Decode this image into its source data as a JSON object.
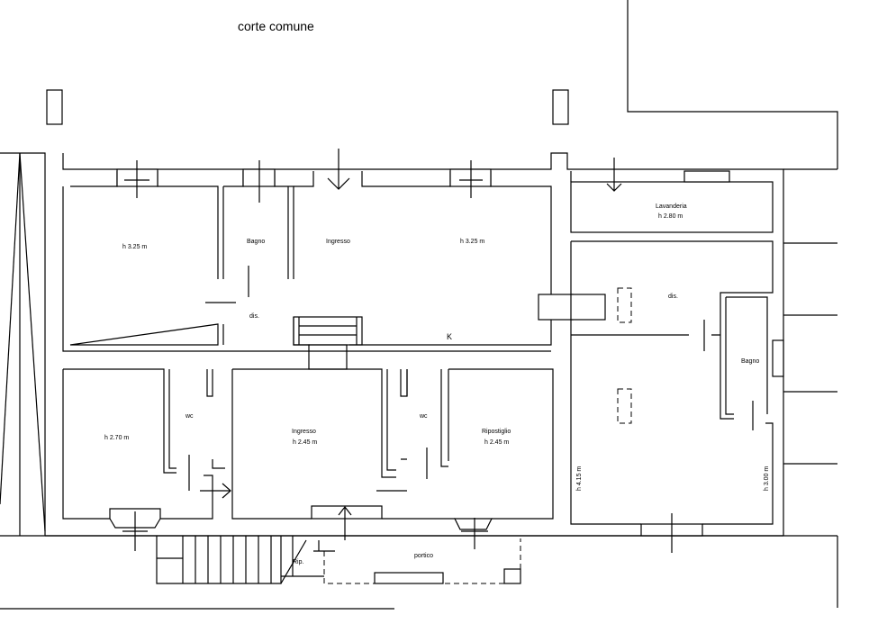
{
  "header": {
    "title": "corte comune"
  },
  "rooms": {
    "room_top_left": "h 3.25 m",
    "bagno_top": "Bagno",
    "ingresso_top": "Ingresso",
    "room_top_right": "h 3.25 m",
    "dis_top": "dis.",
    "kitchen_mark": "K",
    "lavanderia_name": "Lavanderia",
    "lavanderia_height": "h 2.80 m",
    "dis_right": "dis.",
    "bagno_right": "Bagno",
    "room_bottom_left": "h 2.70 m",
    "wc_left": "wc",
    "ingresso_bottom_name": "Ingresso",
    "ingresso_bottom_height": "h 2.45 m",
    "wc_right": "wc",
    "ripostiglio_name": "Ripostiglio",
    "ripostiglio_height": "h 2.45 m",
    "right_room_height_left": "h 4.15 m",
    "right_room_height_right": "h 3.00 m",
    "portico": "portico",
    "rip": "Rip."
  }
}
